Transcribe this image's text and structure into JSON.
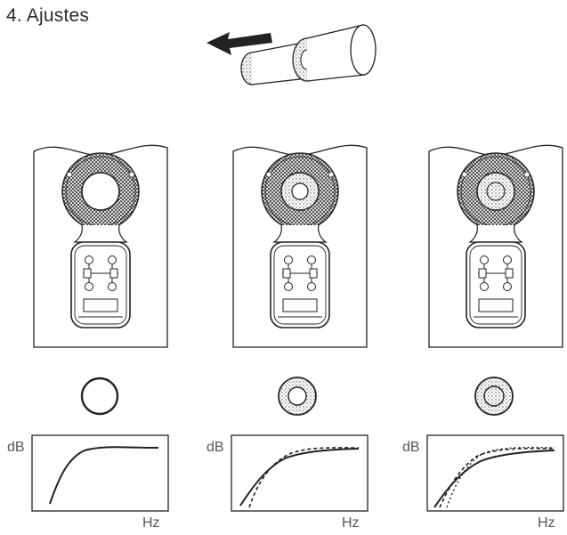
{
  "heading": "4. Ajustes",
  "graphs": [
    {
      "y_label": "dB",
      "x_label": "Hz"
    },
    {
      "y_label": "dB",
      "x_label": "Hz"
    },
    {
      "y_label": "dB",
      "x_label": "Hz"
    }
  ],
  "colors": {
    "ink": "#222222",
    "paper": "#ffffff",
    "label": "#555555"
  },
  "icons": [
    "arrow-left-icon",
    "foam-plug-icon",
    "speaker-panel-icon",
    "port-ring-icon"
  ]
}
